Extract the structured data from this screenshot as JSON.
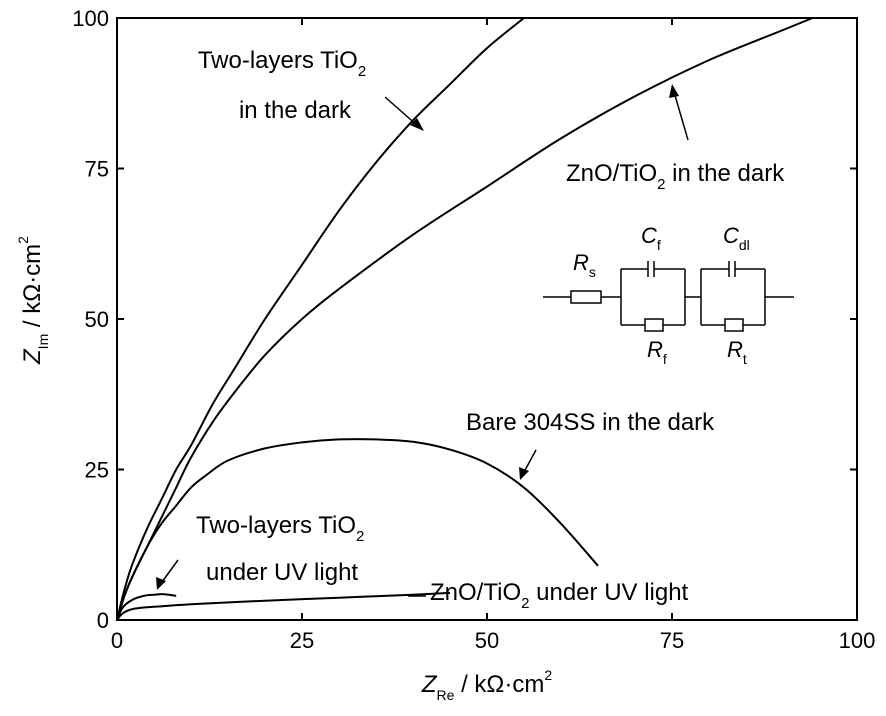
{
  "chart_data": {
    "type": "line",
    "xlabel": {
      "main": "Z",
      "sub": "Re",
      "unit": " / kΩ·cm",
      "sup": "2"
    },
    "ylabel": {
      "main": "Z",
      "sub": "Im",
      "unit": " / kΩ·cm",
      "sup": "2"
    },
    "xlim": [
      0,
      100
    ],
    "ylim": [
      0,
      100
    ],
    "xticks": [
      0,
      25,
      50,
      75,
      100
    ],
    "yticks": [
      0,
      25,
      50,
      75,
      100
    ],
    "grid": false,
    "series": [
      {
        "name": "Two-layers TiO2 in the dark",
        "x": [
          0,
          1,
          2,
          4,
          6,
          8,
          10,
          13,
          16,
          20,
          25,
          30,
          35,
          40,
          45,
          50,
          55
        ],
        "y": [
          0,
          5,
          9,
          15,
          20,
          25,
          29,
          36,
          42,
          50,
          59,
          68,
          76,
          83,
          89,
          95,
          100
        ]
      },
      {
        "name": "ZnO/TiO2 in the dark",
        "x": [
          0,
          1,
          2,
          4,
          6,
          8,
          10,
          13,
          16,
          20,
          25,
          30,
          40,
          50,
          60,
          70,
          80,
          90,
          94
        ],
        "y": [
          0,
          4,
          7,
          12,
          17,
          22,
          27,
          33,
          38,
          44,
          50,
          55,
          64,
          72,
          80,
          87,
          93,
          98,
          100
        ]
      },
      {
        "name": "Bare 304SS in the dark",
        "x": [
          0,
          1,
          2,
          4,
          6,
          8,
          10,
          12,
          15,
          20,
          25,
          30,
          35,
          40,
          45,
          50,
          55,
          60,
          65
        ],
        "y": [
          0,
          4,
          7,
          12,
          16,
          19,
          22,
          24,
          26.5,
          28.5,
          29.5,
          30,
          30,
          29.6,
          28.3,
          26,
          22,
          16,
          9
        ]
      },
      {
        "name": "Two-layers TiO2 under UV light",
        "x": [
          0,
          0.5,
          1,
          2,
          3,
          4,
          5,
          6,
          7,
          8
        ],
        "y": [
          0,
          1.5,
          2.4,
          3.3,
          3.8,
          4.1,
          4.2,
          4.3,
          4.2,
          4.0
        ]
      },
      {
        "name": "ZnO/TiO2 under UV light",
        "x": [
          0,
          0.5,
          1,
          2,
          3,
          5,
          10,
          20,
          30,
          40,
          45
        ],
        "y": [
          0,
          0.8,
          1.3,
          1.8,
          2.0,
          2.2,
          2.6,
          3.2,
          3.7,
          4.2,
          4.5
        ]
      }
    ],
    "annotations": [
      {
        "id": "two_dark",
        "lines": [
          {
            "main": "Two-layers TiO",
            "sub": "2",
            "rest": ""
          },
          {
            "main": "in the dark",
            "sub": "",
            "rest": ""
          }
        ]
      },
      {
        "id": "zno_dark",
        "lines": [
          {
            "main": "ZnO/TiO",
            "sub": "2",
            "rest": " in the dark"
          }
        ]
      },
      {
        "id": "bare_dark",
        "lines": [
          {
            "main": "Bare 304SS in the dark",
            "sub": "",
            "rest": ""
          }
        ]
      },
      {
        "id": "two_uv",
        "lines": [
          {
            "main": "Two-layers TiO",
            "sub": "2",
            "rest": ""
          },
          {
            "main": "under UV light",
            "sub": "",
            "rest": ""
          }
        ]
      },
      {
        "id": "zno_uv",
        "lines": [
          {
            "main": "ZnO/TiO",
            "sub": "2",
            "rest": " under UV light"
          }
        ]
      }
    ],
    "circuit": {
      "rs": {
        "main": "R",
        "sub": "s"
      },
      "cf": {
        "main": "C",
        "sub": "f"
      },
      "rf": {
        "main": "R",
        "sub": "f"
      },
      "cdl": {
        "main": "C",
        "sub": "dl"
      },
      "rt": {
        "main": "R",
        "sub": "t"
      }
    }
  }
}
